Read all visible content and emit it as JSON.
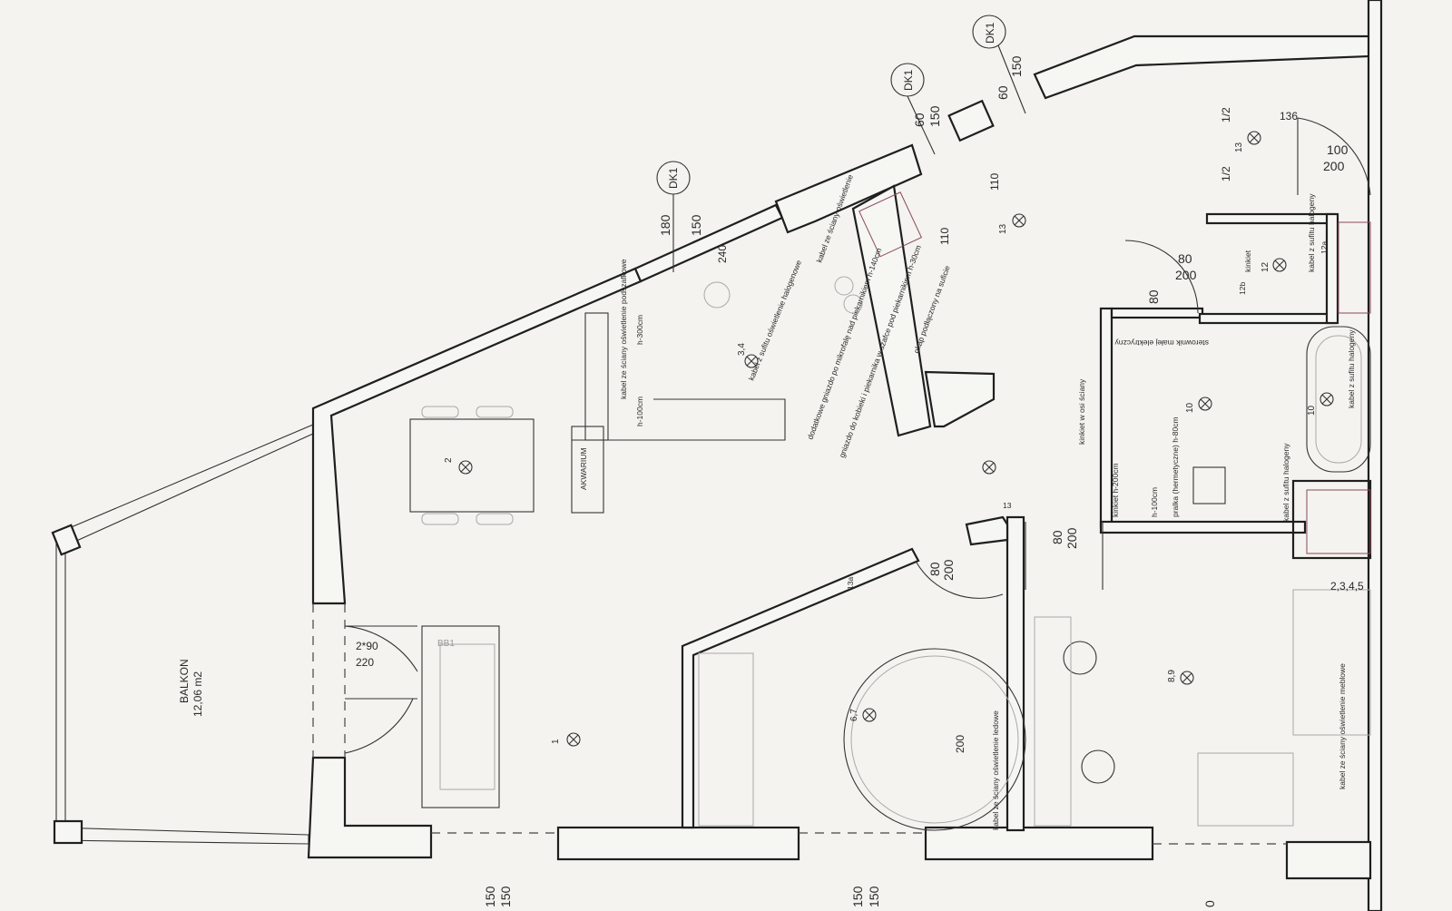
{
  "balcony": {
    "name": "BALKON",
    "area": "12,06 m2"
  },
  "doors": {
    "balcony_door": {
      "width": "2*90",
      "height": "220"
    },
    "entry_door": {
      "width": "100",
      "height": "200"
    },
    "bathroom_door": {
      "width": "80",
      "height": "200"
    },
    "hall_door": {
      "width": "80",
      "height": "200"
    },
    "kitchen_door": {
      "width": "80",
      "height": "200"
    },
    "wc_door": {
      "width": "80"
    }
  },
  "windows": [
    {
      "tag": "DK1",
      "dim1": "180",
      "dim2": "150"
    },
    {
      "tag": "DK1",
      "dim1": "60",
      "dim2": "150"
    },
    {
      "tag": "DK1",
      "dim1": "60",
      "dim2": "150"
    }
  ],
  "dimensions": {
    "kitchen_a": "110",
    "kitchen_b": "110",
    "half1": "1/2",
    "half2": "1/2",
    "stair": "136",
    "circle": "200",
    "bottom_left_a": "150",
    "bottom_left_b": "150",
    "bottom_mid_a": "150",
    "bottom_mid_b": "150",
    "bottom_right": "0",
    "shelf": "240",
    "sockets_right": "2,3,4,5",
    "lamp_120a": "12a",
    "lamp_120b": "12b",
    "lamp_13": "13",
    "lamp_13a": "13a"
  },
  "furniture": {
    "aquarium": "AKWARIUM",
    "sofa": "BB1"
  },
  "lights": {
    "living": "1",
    "dining": "2",
    "kitchen": "3,4",
    "hall_round": "6,7",
    "bedroom": "8,9",
    "bathroom": "10",
    "bath_tub": "10",
    "wc": "12",
    "corridor": "13",
    "entry": "13"
  },
  "notes": {
    "kitchen_ceiling": "kabel z sufitu oświetlenie halogenowe",
    "kitchen_wall": "kabel ze ściany oświetlenie podszafkowe",
    "kitchen_h1": "h-100cm",
    "kitchen_h2": "h-300cm",
    "kitchen_long1": "dodatkowe gniazdo po mikrofalę nad piekarnikiem h-140cm",
    "kitchen_long2": "gniazdo do kobieki i piekarnika w szafce pod piekarnikiem h-30cm",
    "kitchen_long3": "okap podłączony na suficie",
    "kitchen_top": "kabel ze ściany oświetlenie",
    "controller": "sterownik małej elektryczny",
    "sconce_axis": "kinkiet w osi ściany",
    "sconce_h": "kinkiet h-200cm",
    "washer": "pralka (hermetyczne) h-80cm",
    "washer_h": "h-100cm",
    "bath_ceiling": "kabel z sufitu halogeny",
    "wc_ceiling": "kabel z sufitu halogeny",
    "wc_sconce": "kinkiet",
    "bath_ceiling2": "kabel z sufitu halogeny",
    "bedroom_wall": "kabel ze ściany oświetlenie meblowe",
    "hall_wall": "kabel ze ściany oświetlenie ledowe"
  }
}
